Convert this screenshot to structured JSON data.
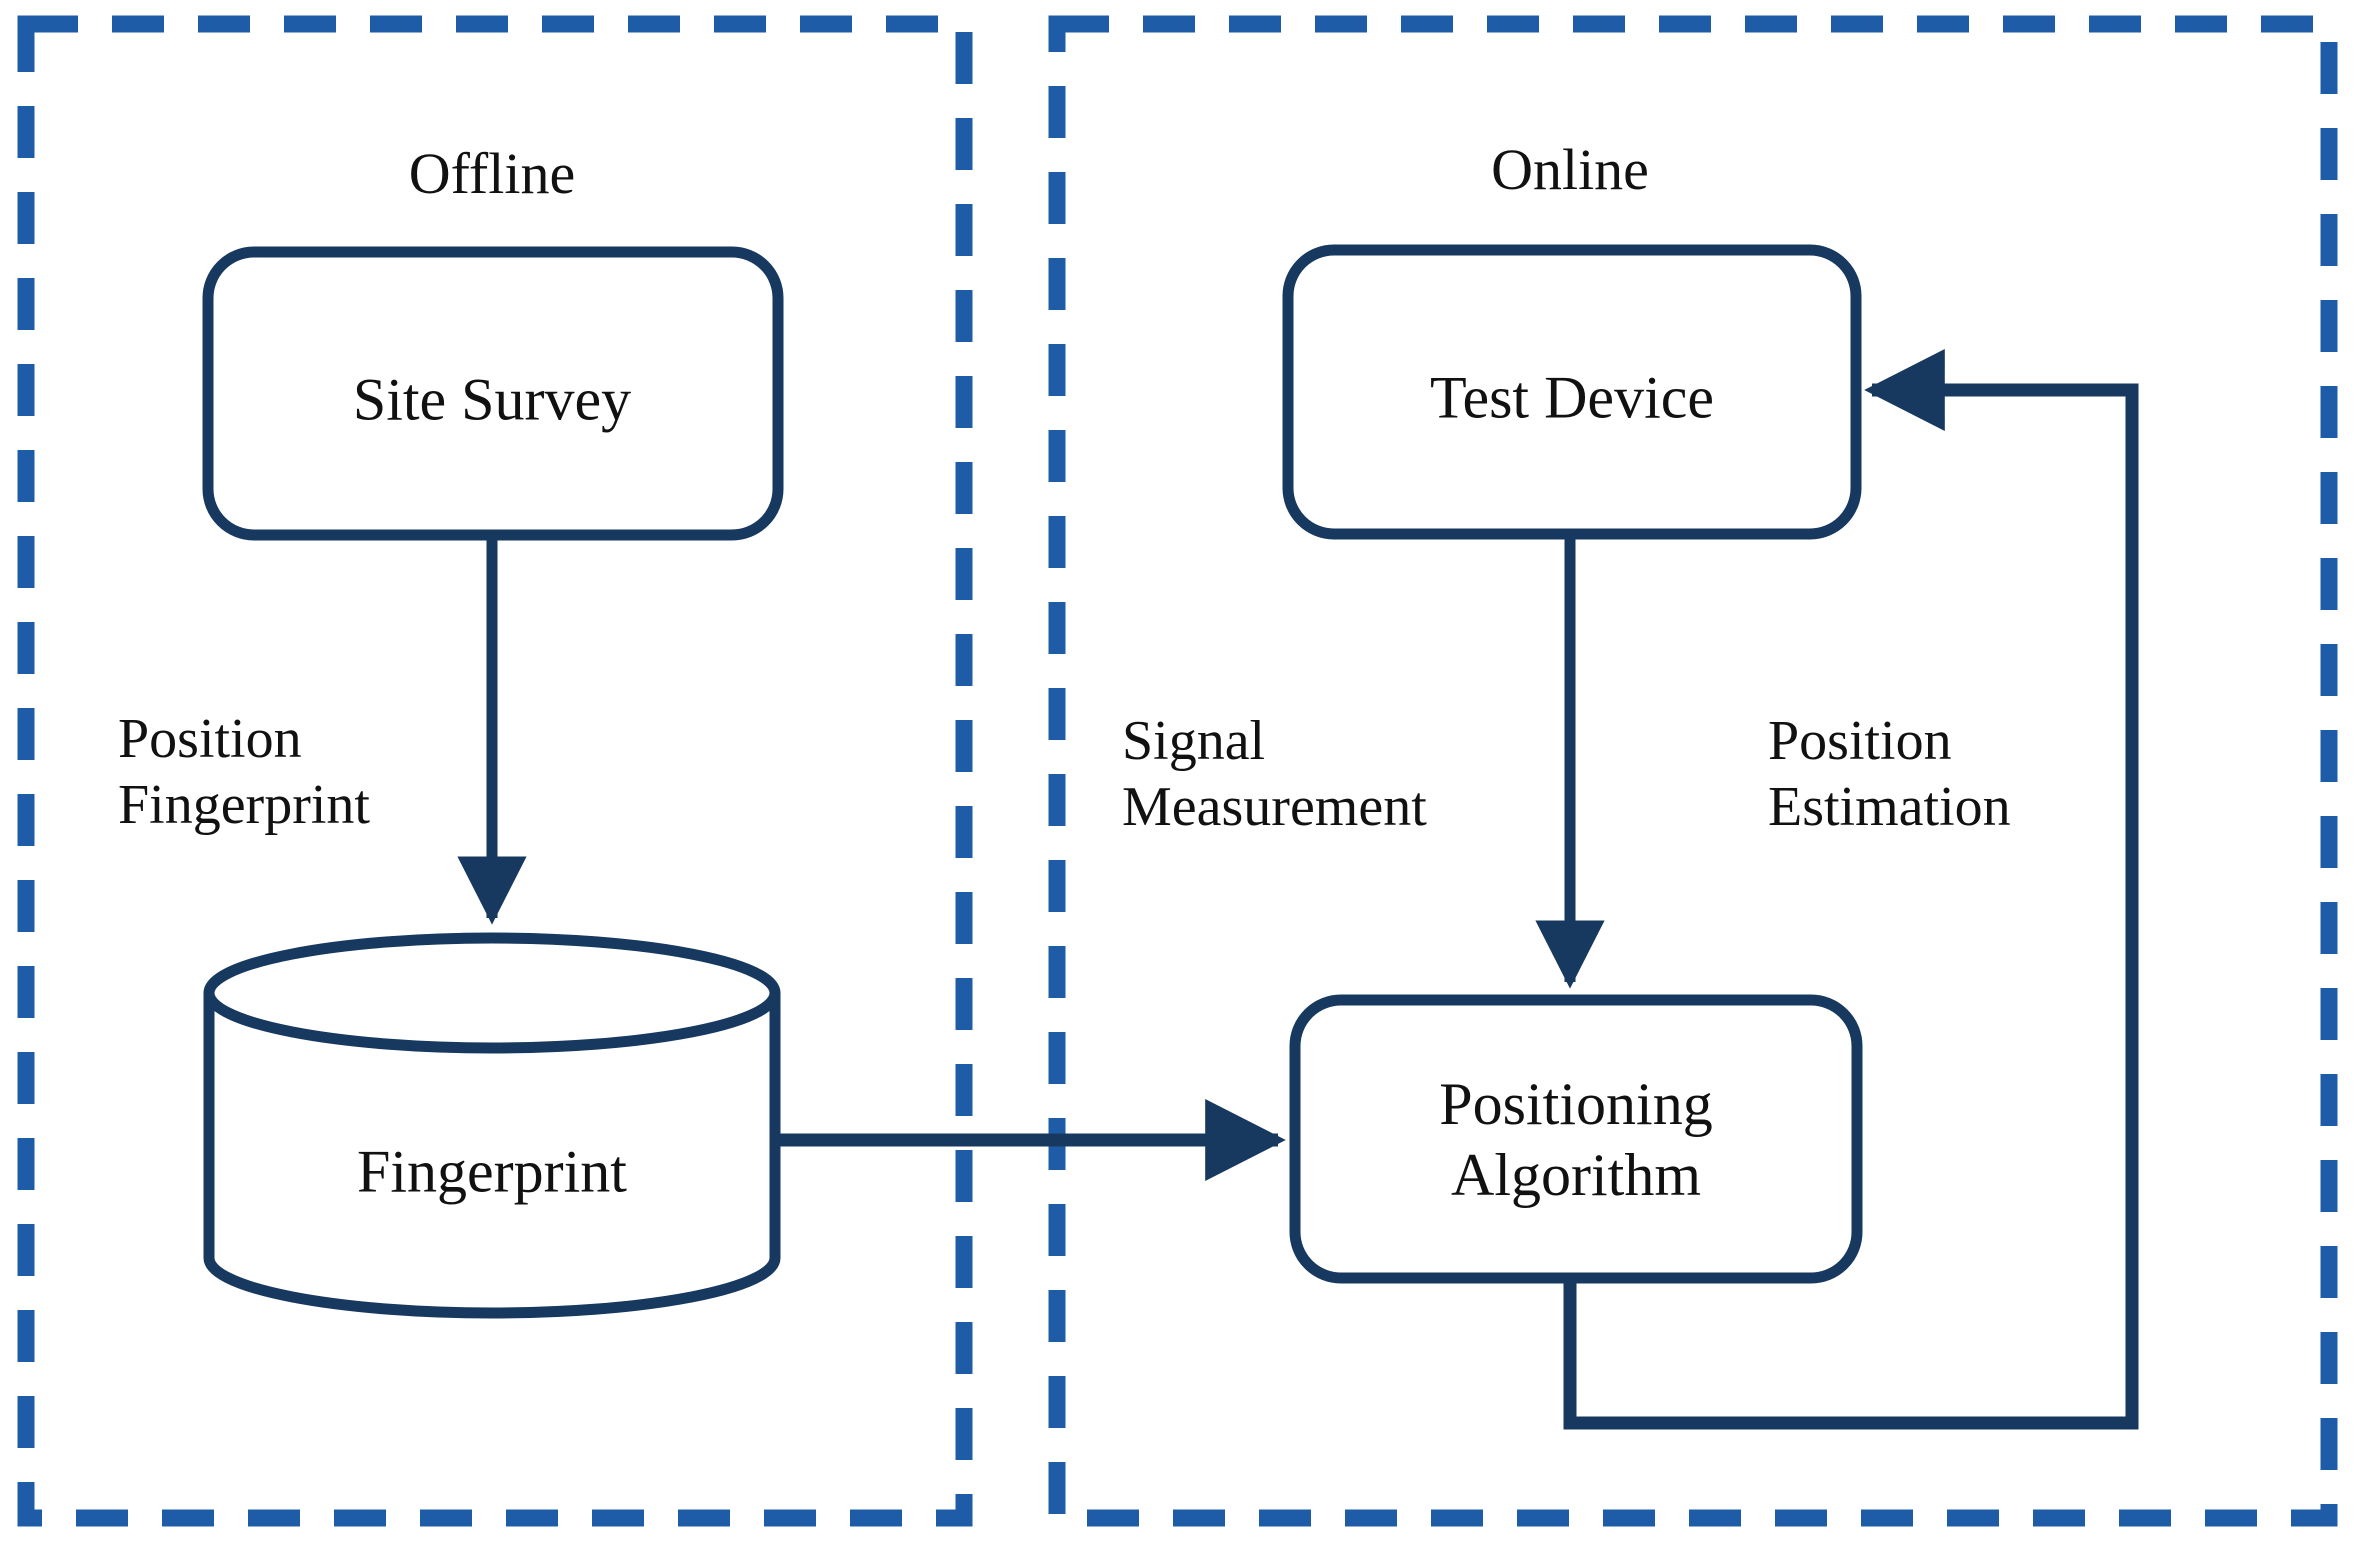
{
  "figure": {
    "title": "Fingerprinting-based indoor positioning workflow",
    "colors": {
      "panel_border": "#1F5CA8",
      "shape_stroke": "#17385F",
      "connector": "#17385F",
      "text": "#111111",
      "background": "#FFFFFF"
    }
  },
  "panels": [
    {
      "id": "offline",
      "title": "Offline",
      "border_style": "dashed"
    },
    {
      "id": "online",
      "title": "Online",
      "border_style": "dashed"
    }
  ],
  "nodes": [
    {
      "id": "site-survey",
      "label": "Site Survey",
      "shape": "rounded-rect",
      "panel": "offline"
    },
    {
      "id": "fingerprint-db",
      "label": "Fingerprint",
      "shape": "cylinder",
      "panel": "offline"
    },
    {
      "id": "test-device",
      "label": "Test Device",
      "shape": "rounded-rect",
      "panel": "online"
    },
    {
      "id": "positioning-algorithm",
      "label": "Positioning\nAlgorithm",
      "shape": "rounded-rect",
      "panel": "online"
    }
  ],
  "edges": [
    {
      "id": "survey-to-db",
      "from": "site-survey",
      "to": "fingerprint-db",
      "label": "Position\nFingerprint",
      "arrow": true
    },
    {
      "id": "db-to-algorithm",
      "from": "fingerprint-db",
      "to": "positioning-algorithm",
      "label": "",
      "arrow": true
    },
    {
      "id": "device-to-algorithm",
      "from": "test-device",
      "to": "positioning-algorithm",
      "label": "Signal\nMeasurement",
      "arrow": true
    },
    {
      "id": "algorithm-to-device",
      "from": "positioning-algorithm",
      "to": "test-device",
      "label": "Position\nEstimation",
      "arrow": true
    }
  ],
  "labels": {
    "offline_title": "Offline",
    "online_title": "Online",
    "site_survey": "Site Survey",
    "fingerprint": "Fingerprint",
    "test_device": "Test Device",
    "positioning_algorithm": "Positioning\nAlgorithm",
    "position_fingerprint": "Position\nFingerprint",
    "signal_measurement": "Signal\nMeasurement",
    "position_estimation": "Position\nEstimation"
  }
}
